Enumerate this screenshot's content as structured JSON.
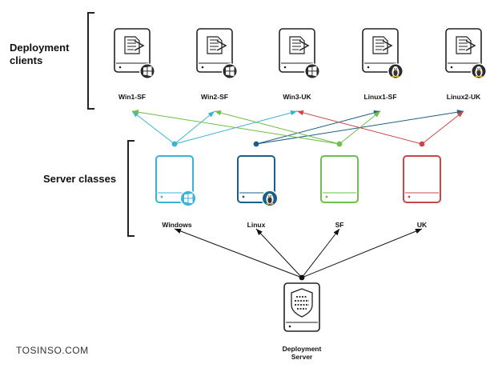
{
  "groups": {
    "clients_line1": "Deployment",
    "clients_line2": "clients",
    "server_classes": "Server classes"
  },
  "clients": [
    {
      "name": "Win1-SF",
      "os": "windows"
    },
    {
      "name": "Win2-SF",
      "os": "windows"
    },
    {
      "name": "Win3-UK",
      "os": "windows"
    },
    {
      "name": "Linux1-SF",
      "os": "linux"
    },
    {
      "name": "Linux2-UK",
      "os": "linux"
    }
  ],
  "server_classes": [
    {
      "name": "Windows",
      "color": "#3bb3d3",
      "badge": "windows"
    },
    {
      "name": "Linux",
      "color": "#1b5e87",
      "badge": "linux"
    },
    {
      "name": "SF",
      "color": "#6fbd4a",
      "badge": ""
    },
    {
      "name": "UK",
      "color": "#c9474a",
      "badge": ""
    }
  ],
  "server": {
    "line1": "Deployment",
    "line2": "Server"
  },
  "watermark": "TOSINSO.COM",
  "colors": {
    "windows": "#3bb3d3",
    "linux": "#1b5e87",
    "sf": "#6fbd4a",
    "uk": "#c9474a",
    "device": "#222222"
  },
  "edges": [
    {
      "from": "Windows",
      "to": "Win1-SF",
      "color": "#3bb3d3"
    },
    {
      "from": "Windows",
      "to": "Win2-SF",
      "color": "#3bb3d3"
    },
    {
      "from": "Windows",
      "to": "Win3-UK",
      "color": "#3bb3d3"
    },
    {
      "from": "Linux",
      "to": "Linux1-SF",
      "color": "#1b5e87"
    },
    {
      "from": "Linux",
      "to": "Linux2-UK",
      "color": "#1b5e87"
    },
    {
      "from": "SF",
      "to": "Win1-SF",
      "color": "#6fbd4a"
    },
    {
      "from": "SF",
      "to": "Win2-SF",
      "color": "#6fbd4a"
    },
    {
      "from": "SF",
      "to": "Linux1-SF",
      "color": "#6fbd4a"
    },
    {
      "from": "UK",
      "to": "Win3-UK",
      "color": "#c9474a"
    },
    {
      "from": "UK",
      "to": "Linux2-UK",
      "color": "#c9474a"
    },
    {
      "from": "Deployment Server",
      "to": "Windows",
      "color": "#111111"
    },
    {
      "from": "Deployment Server",
      "to": "Linux",
      "color": "#111111"
    },
    {
      "from": "Deployment Server",
      "to": "SF",
      "color": "#111111"
    },
    {
      "from": "Deployment Server",
      "to": "UK",
      "color": "#111111"
    }
  ]
}
